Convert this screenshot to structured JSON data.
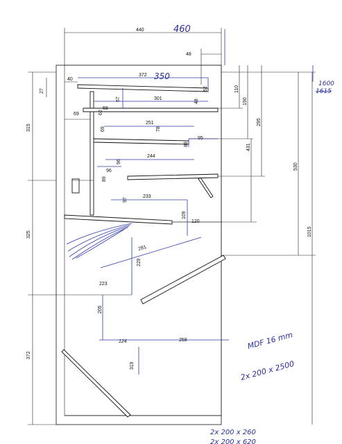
{
  "dimensions_printed": {
    "top_width": "440",
    "handwritten_width": "460",
    "inner_48": "48",
    "left_40": "40",
    "shelf1_len": "372",
    "shelf1_hand": "350",
    "right_1600": "1600",
    "right_1615": "1615",
    "d27": "27",
    "d67": "67",
    "d301": "301",
    "d52": "52",
    "d48b": "48",
    "d110": "110",
    "d190": "190",
    "d295": "295",
    "d69": "69",
    "d62": "62",
    "d68": "68",
    "d315": "315",
    "d69b": "69",
    "d251": "251",
    "d78": "78",
    "d89": "89",
    "d95": "95",
    "d431": "431",
    "d530": "530",
    "d96": "96",
    "d244": "244",
    "d96b": "96",
    "d89b": "89",
    "d97": "97",
    "d233": "233",
    "d109": "109",
    "d120": "120",
    "d325": "325",
    "d1015": "1015",
    "d281": "281",
    "d229": "229",
    "d223": "223",
    "d205": "205",
    "d124": "124",
    "d258": "258",
    "d319": "319",
    "d372": "372"
  },
  "notes": {
    "material": "MDF 16 mm",
    "sheet_size": "2x 200 x 2500",
    "parts_1": "2x 200 x 260",
    "parts_2": "2x 200 x 620"
  },
  "colors": {
    "pencil": "#2b2f9e",
    "ink": "#111111"
  }
}
